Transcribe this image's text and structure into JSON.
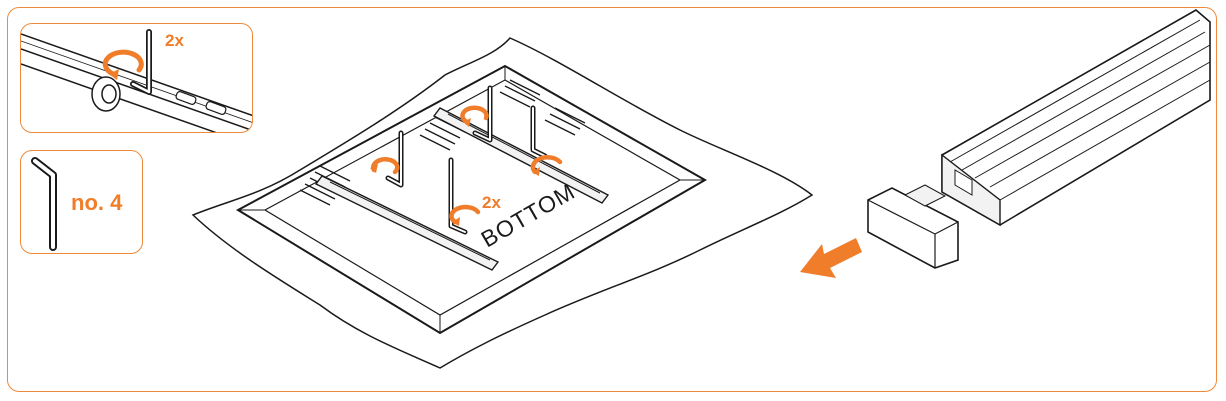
{
  "labels": {
    "count_inset": "2x",
    "count_main": "2x",
    "key_size": "no. 4",
    "panel_side": "BOTTOM"
  },
  "icons": [
    "hex-key-icon",
    "rotate-arrow-icon",
    "direction-arrow-icon"
  ],
  "colors": {
    "accent": "#ef7d2a",
    "frame": "#ef8a3a",
    "line": "#1a1a1a",
    "fill_light": "#f2f2f2"
  }
}
